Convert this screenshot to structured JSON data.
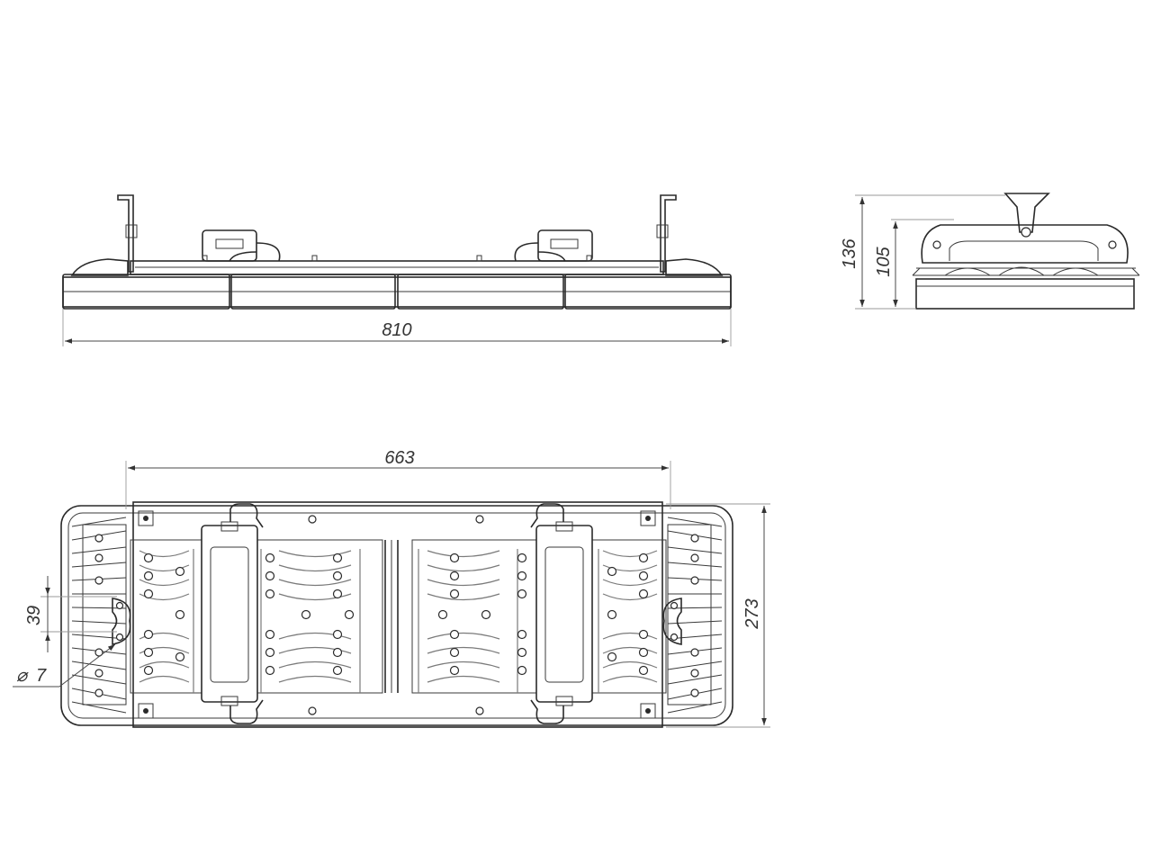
{
  "dimensions": {
    "overall_length": "810",
    "mounting_length": "663",
    "overall_height": "136",
    "body_height": "105",
    "width": "273",
    "hole_spacing": "39",
    "hole_diameter": "7"
  },
  "symbols": {
    "diameter": "⌀"
  },
  "colors": {
    "line": "#2a2a2a",
    "fin": "#7a7a7a",
    "background": "#ffffff"
  }
}
